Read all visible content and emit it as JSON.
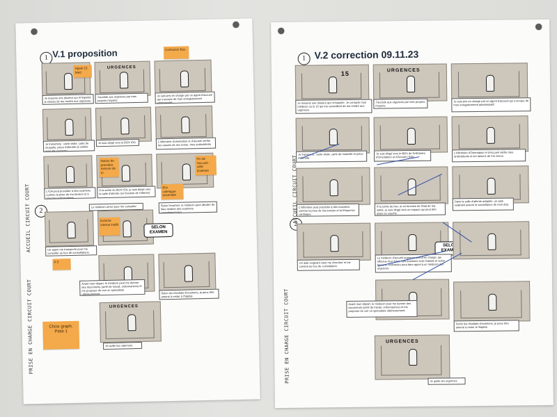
{
  "sheet1": {
    "title": "V.1 proposition",
    "section_1": "1",
    "section_2": "2",
    "label_top": "ACCUEIL CIRCUIT COURT",
    "label_bottom": "PRISE EN CHARGE CIRCUIT COURT",
    "signs": {
      "urgences": "URGENCES",
      "selon_examen": "SELON EXAMEN"
    },
    "captions": [
      "Je ressens une douleur qui m'inquiète je choisis de me rendre aux urgences.",
      "J'accède aux urgences par mes propres moyens.",
      "Je suis pris en charge par un agent d'accueil qui s'occupe de mon enregistrement administratif.",
      "Je transmets : carte vitale, carte de mutuelle, pièce d'identité (à vérifier avec les usagers)",
      "Je suis dirigé vers le BOX IOA.",
      "L'infirmière d'orientation et d'accueil vérifie les raisons de ma venue, mes antécédents ...",
      "L'IOA peut procéder à des examens comme la prise de ma tension et à l'électrocardiogramme.",
      "À la sortie du BOX IOA, je suis dirigé vers la salle d'attente (en fonction de l'attente)",
      "Le médecin arrive pour me consulter.",
      "Selon l'examen, le médecin peut décider de faire réaliser des examens complémentaires.",
      "Un agent me transporte pour me consulter au box de consultations.",
      "Avant mon départ, le médecin peut me donner des documents (arrêt de travail, ordonnances) et me proposer de voir un spécialiste ultérieurement.",
      "Selon les résultats d'examens, je peux être amené à rester à l'hôpital.",
      "Je quitte les urgences."
    ],
    "stickies": [
      "Appel 15 Med",
      "Confusion Box",
      "Notion de première mesure de tri",
      "Fin de l'accueil - salle d'attente",
      "Box colleague ensemble",
      "Externe interne indéfi",
      "À 5",
      "Choix graph. Piste 1"
    ]
  },
  "sheet2": {
    "title": "V.2 correction 09.11.23",
    "section_1": "1",
    "section_2": "2",
    "label_top": "ACCUEIL CIRCUIT COURT",
    "label_bottom": "PRISE EN CHARGE CIRCUIT COURT",
    "signs": {
      "urgences": "URGENCES",
      "selon_examen": "SELON EXAMEN",
      "dial": "15"
    },
    "captions": [
      "Je ressens une douleur qui m'inquiète. Je contacte mon médecin ou le 15 qui me conseillent de me rendre aux urgences.",
      "J'accède aux urgences par mes propres moyens.",
      "Je suis pris en charge par un agent d'accueil qui s'occupe de mon enregistrement administratif.",
      "Je transmets : carte vitale, carte de mutuelle et pièce d'identité.",
      "Je suis dirigé vers le BOX de l'Infirmière d'Orientation et d'Accueil (IOA).",
      "L'Infirmière d'Orientation et d'Accueil vérifie mes antécédents et les raisons de ma venue.",
      "L'infirmière peut procéder à des examens comme la prise de ma tension et la fréquence cardiaque.",
      "À la sortie du box, et en fonction de l'état de ma santé, je suis dirigé vers un espace qui peut être assis ou couché.",
      "Dans la salle d'attente adaptée, un aide soignant assure la surveillance de mon état.",
      "Un aide soignant vient me chercher et me conduit au box de consultation.",
      "Le médecin d'accueil urgences prend en charge, qui effectue mon bilan. Les examens sont réalisés et selon besoins, l'infirmière peut faire appel à un médecin des urgences.",
      "Avant mon départ, le médecin peut me donner des documents (arrêt de travail, ordonnances) et me proposer de voir un spécialiste ultérieurement.",
      "Selon les résultats d'examens, je peux être amené à rester à l'hôpital.",
      "Je quitte les urgences."
    ]
  }
}
